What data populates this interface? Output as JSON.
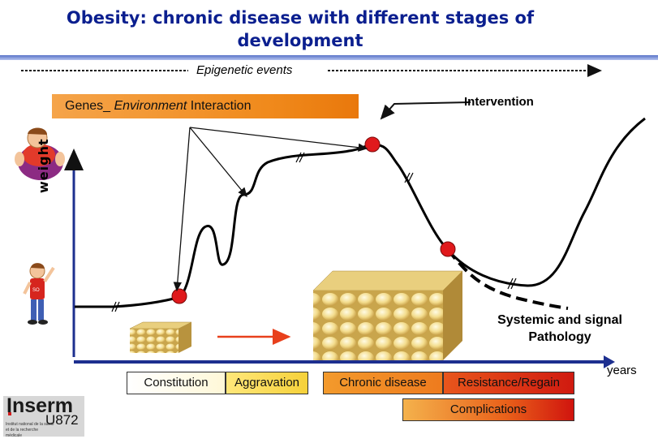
{
  "title": "Obesity: chronic disease with different stages of development",
  "epigenetic_label": "Epigenetic events",
  "genes_box": {
    "part1": "Genes_ ",
    "part2": "Environment",
    "part3": " Interaction"
  },
  "intervention_label": "Intervention",
  "y_axis_label": "weight",
  "x_axis_label": "years",
  "systemic_label": "Systemic and signal Pathology",
  "stages": {
    "constitution": "Constitution",
    "aggravation": "Aggravation",
    "chronic": "Chronic disease",
    "resistance": "Resistance/Regain",
    "complications": "Complications"
  },
  "logo": {
    "name": "Inserm",
    "unit": "U872",
    "subtitle": "Institut national de la santé et de la recherche médicale"
  },
  "colors": {
    "title": "#0b1f8f",
    "marker": "#e0191c",
    "orange_box": "#f08a1c",
    "arrow_red": "#e8401c"
  },
  "icons": [
    "obese-person-icon",
    "thin-person-icon",
    "small-fat-tissue-icon",
    "large-fat-tissue-icon",
    "inserm-logo"
  ]
}
